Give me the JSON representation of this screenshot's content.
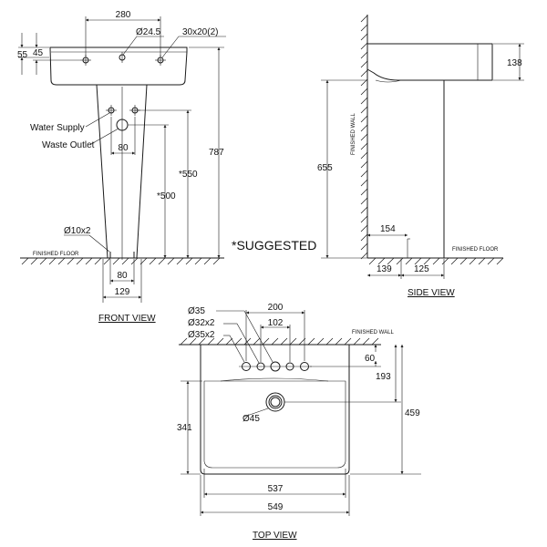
{
  "front_view": {
    "title": "FRONT VIEW",
    "dims": {
      "width_280": "280",
      "hole_24_5": "Ø24.5",
      "slot_30x20": "30x20(2)",
      "d55": "55",
      "d45": "45",
      "h787": "787",
      "h550": "*550",
      "h500": "*500",
      "w80_top": "80",
      "w80_bottom": "80",
      "w129": "129",
      "bolt": "Ø10x2"
    },
    "labels": {
      "water_supply": "Water Supply",
      "waste_outlet": "Waste Outlet",
      "finished_floor": "FINISHED FLOOR",
      "suggested": "*SUGGESTED"
    }
  },
  "side_view": {
    "title": "SIDE VIEW",
    "dims": {
      "h138": "138",
      "h655": "655",
      "d154": "154",
      "d139": "139",
      "d125": "125"
    },
    "labels": {
      "finished_wall": "FINISHED WALL",
      "finished_floor": "FINISHED FLOOR"
    }
  },
  "top_view": {
    "title": "TOP VIEW",
    "dims": {
      "hole35": "Ø35",
      "hole32x2": "Ø32x2",
      "hole35x2": "Ø35x2",
      "w200": "200",
      "w102": "102",
      "d60": "60",
      "d193": "193",
      "d341": "341",
      "d459": "459",
      "waste45": "Ø45",
      "w537": "537",
      "w549": "549"
    },
    "labels": {
      "finished_wall": "FINISHED WALL"
    }
  }
}
